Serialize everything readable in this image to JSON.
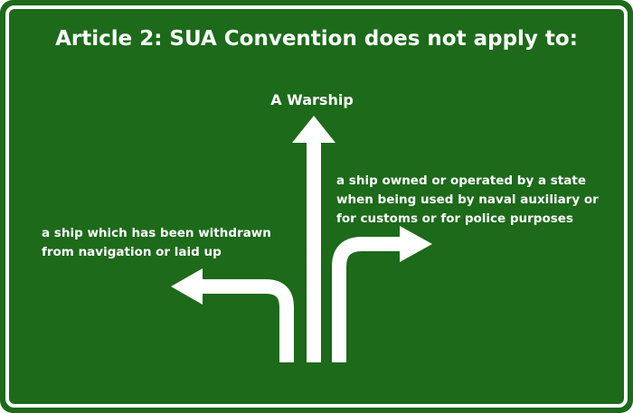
{
  "sign": {
    "title": "Article 2: SUA Convention does not apply to:",
    "straight_label": "A Warship",
    "right_label": "a ship owned or operated by a state\nwhen being used by naval auxiliary or\nfor customs or for police purposes",
    "left_label": "a ship which has been withdrawn\nfrom navigation or laid up"
  },
  "colors": {
    "background": "#1c6a1a",
    "foreground": "#ffffff"
  }
}
